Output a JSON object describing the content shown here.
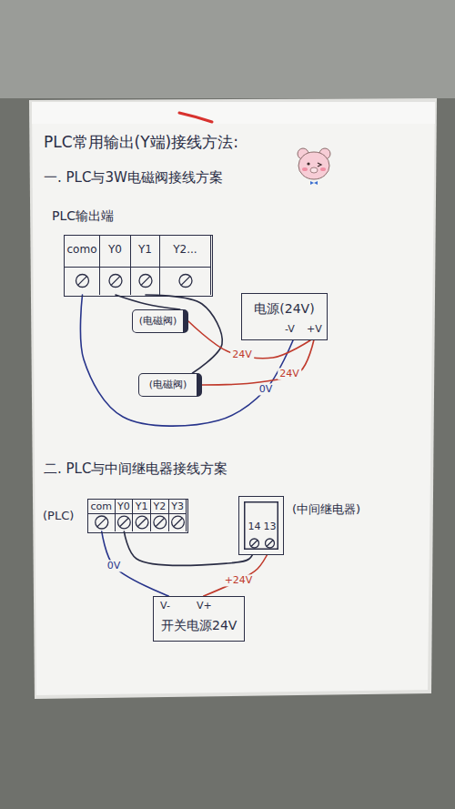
{
  "diagram": {
    "title": "PLC常用输出(Y端)接线方法:",
    "nodes": [
      {
        "text": [
          "PLC输出端"
        ]
      },
      {
        "text": [
          "como"
        ],
        "in": 0
      },
      {
        "text": [
          "Y0"
        ],
        "in": 0
      },
      {
        "text": [
          "Y1"
        ],
        "in": 0
      },
      {
        "text": [
          "Y2..."
        ],
        "in": 0
      },
      {
        "text": [
          "(电磁阀)"
        ]
      },
      {
        "text": [
          "(电磁阀)"
        ]
      },
      {
        "text": [
          "电源(24V)"
        ]
      },
      {
        "text": [
          "(PLC)"
        ]
      },
      {
        "text": [
          "com"
        ],
        "in": 8
      },
      {
        "text": [
          "Y0"
        ],
        "in": 8
      },
      {
        "text": [
          "Y1"
        ],
        "in": 8
      },
      {
        "text": [
          "Y2"
        ],
        "in": 8
      },
      {
        "text": [
          "Y3"
        ],
        "in": 8
      },
      {
        "text": [
          "(中间继电器)"
        ]
      },
      {
        "text": [
          "14"
        ],
        "in": 14
      },
      {
        "text": [
          "13"
        ],
        "in": 14
      },
      {
        "text": [
          "开关电源24V"
        ]
      }
    ],
    "edges": [
      {
        "from": 1,
        "to": 7,
        "label": "0V",
        "arrow": "none"
      },
      {
        "from": 2,
        "to": 5,
        "arrow": "none"
      },
      {
        "from": 3,
        "to": 6,
        "arrow": "none"
      },
      {
        "from": 5,
        "to": 7,
        "label": "24V",
        "arrow": "none"
      },
      {
        "from": 6,
        "to": 7,
        "label": "24V",
        "arrow": "none"
      },
      {
        "from": 9,
        "to": 17,
        "label": "0V",
        "arrow": "none"
      },
      {
        "from": 10,
        "to": 15,
        "arrow": "none"
      },
      {
        "from": 16,
        "to": 17,
        "label": "+24V",
        "arrow": "none"
      }
    ],
    "labels": [
      "一. PLC与3W电磁阀接线方案",
      "-V",
      "+V",
      "二. PLC与中间继电器接线方案",
      "V-",
      "V+"
    ]
  }
}
